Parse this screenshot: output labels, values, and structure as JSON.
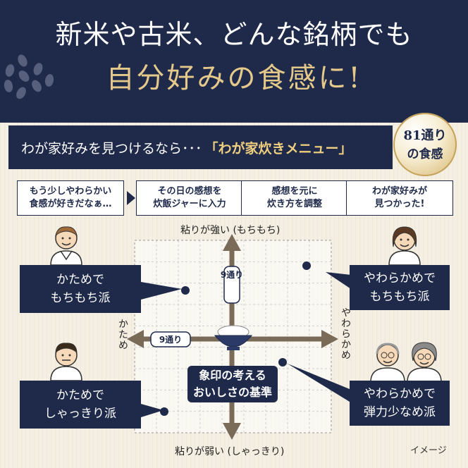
{
  "header": {
    "title_line1": "新米や古米、どんな銘柄でも",
    "title_line2": "自分好みの食感に!"
  },
  "banner": {
    "text": "わが家好みを見つけるなら･･･",
    "highlight": "「わが家炊きメニュー」"
  },
  "badge": {
    "line1": "81通り",
    "line2": "の食感"
  },
  "steps": [
    "もう少しやわらかい\n食感が好きだなぁ…",
    "その日の感想を\n炊飯ジャーに入力",
    "感想を元に\n炊き方を調整",
    "わが家好みが\n見つかった!"
  ],
  "axes": {
    "top": "粘りが強い (もちもち)",
    "bottom": "粘りが弱い (しゃっきり)",
    "left": "かため",
    "right": "やわらかめ",
    "vertical_count": "9通り",
    "horizontal_count": "9通り"
  },
  "quadrants": {
    "top_left": "かためで\nもちもち派",
    "top_right": "やわらかめで\nもちもち派",
    "bottom_left": "かためで\nしゃっきり派",
    "bottom_right": "やわらかめで\n弾力少なめ派"
  },
  "center_label": "象印の考える\nおいしさの基準",
  "image_note": "イメージ",
  "colors": {
    "navy": "#1f2a4b",
    "gold": "#e5c98a",
    "axis": "#7a6a58"
  }
}
